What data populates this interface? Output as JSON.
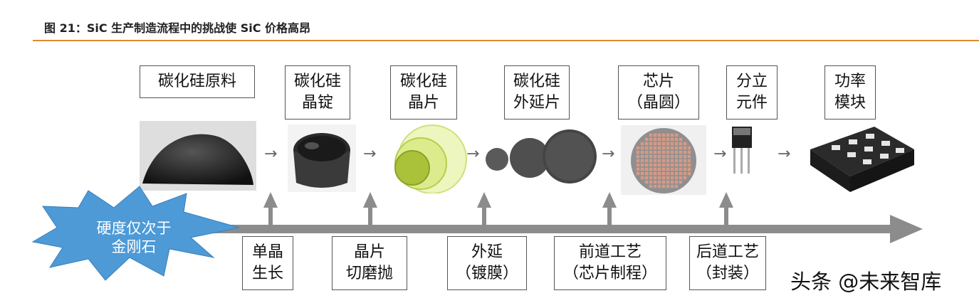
{
  "caption": "图 21：SiC 生产制造流程中的挑战使 SiC 价格高昂",
  "products": [
    {
      "label": "碳化硅原料"
    },
    {
      "label": "碳化硅\n晶锭"
    },
    {
      "label": "碳化硅\n晶片"
    },
    {
      "label": "碳化硅\n外延片"
    },
    {
      "label": "芯片\n（晶圆）"
    },
    {
      "label": "分立\n元件"
    },
    {
      "label": "功率\n模块"
    }
  ],
  "processes": [
    {
      "label": "单晶\n生长"
    },
    {
      "label": "晶片\n切磨抛"
    },
    {
      "label": "外延\n（镀膜）"
    },
    {
      "label": "前道工艺\n（芯片制程）"
    },
    {
      "label": "后道工艺\n（封装）"
    }
  ],
  "challenge": "硬度仅次于\n金刚石",
  "watermark": "头条 @未来智库",
  "colors": {
    "accent_rule": "#e08a2c",
    "burst": "#4d9ad6",
    "arrow": "#8c8c8c"
  }
}
